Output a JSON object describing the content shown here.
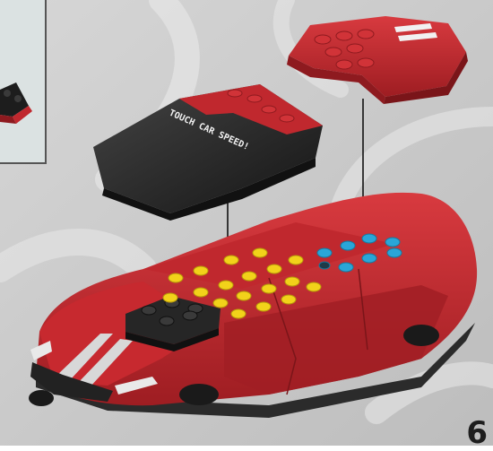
{
  "instruction": {
    "step_number": "6",
    "decal_text": "TOUCH CAR SPEED!"
  },
  "colors": {
    "background": "#c9c9c9",
    "car_red": "#c0282e",
    "stud_yellow": "#f2d21a",
    "stud_blue": "#2aa6d8",
    "black_part": "#2a2a2a"
  },
  "callout": {
    "description": "inset showing previous sub-assembly"
  }
}
